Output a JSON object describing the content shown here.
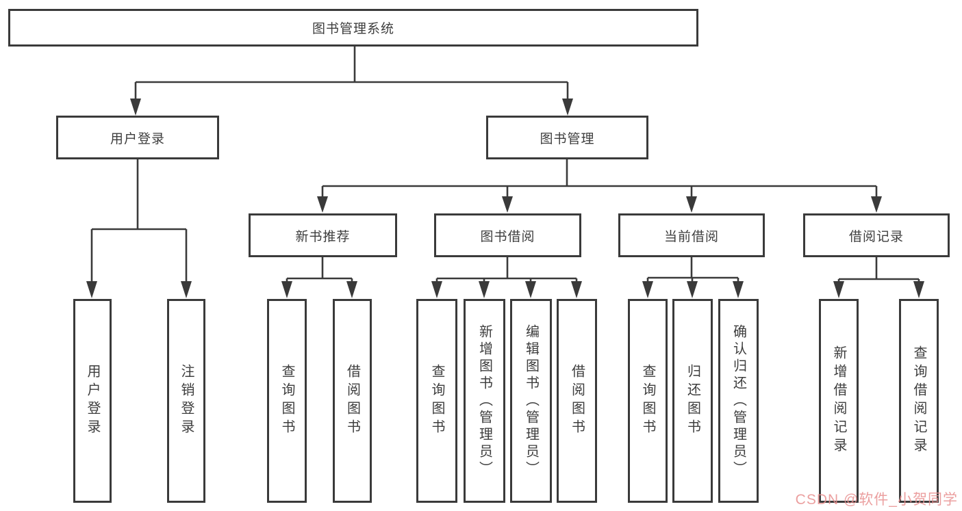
{
  "diagram": {
    "title": "图书管理系统",
    "line_color": "#3a3a3a",
    "login": {
      "label": "用户登录",
      "children": [
        "用户登录",
        "注销登录"
      ]
    },
    "mgmt": {
      "label": "图书管理",
      "sections": [
        {
          "label": "新书推荐",
          "children": [
            "查询图书",
            "借阅图书"
          ]
        },
        {
          "label": "图书借阅",
          "children": [
            "查询图书",
            "新增图书（管理员）",
            "编辑图书（管理员）",
            "借阅图书"
          ]
        },
        {
          "label": "当前借阅",
          "children": [
            "查询图书",
            "归还图书",
            "确认归还（管理员）"
          ]
        },
        {
          "label": "借阅记录",
          "children": [
            "新增借阅记录",
            "查询借阅记录"
          ]
        }
      ]
    }
  },
  "watermark": {
    "text": "CSDN @软件_小贺同学",
    "color": "#e88e8e"
  }
}
